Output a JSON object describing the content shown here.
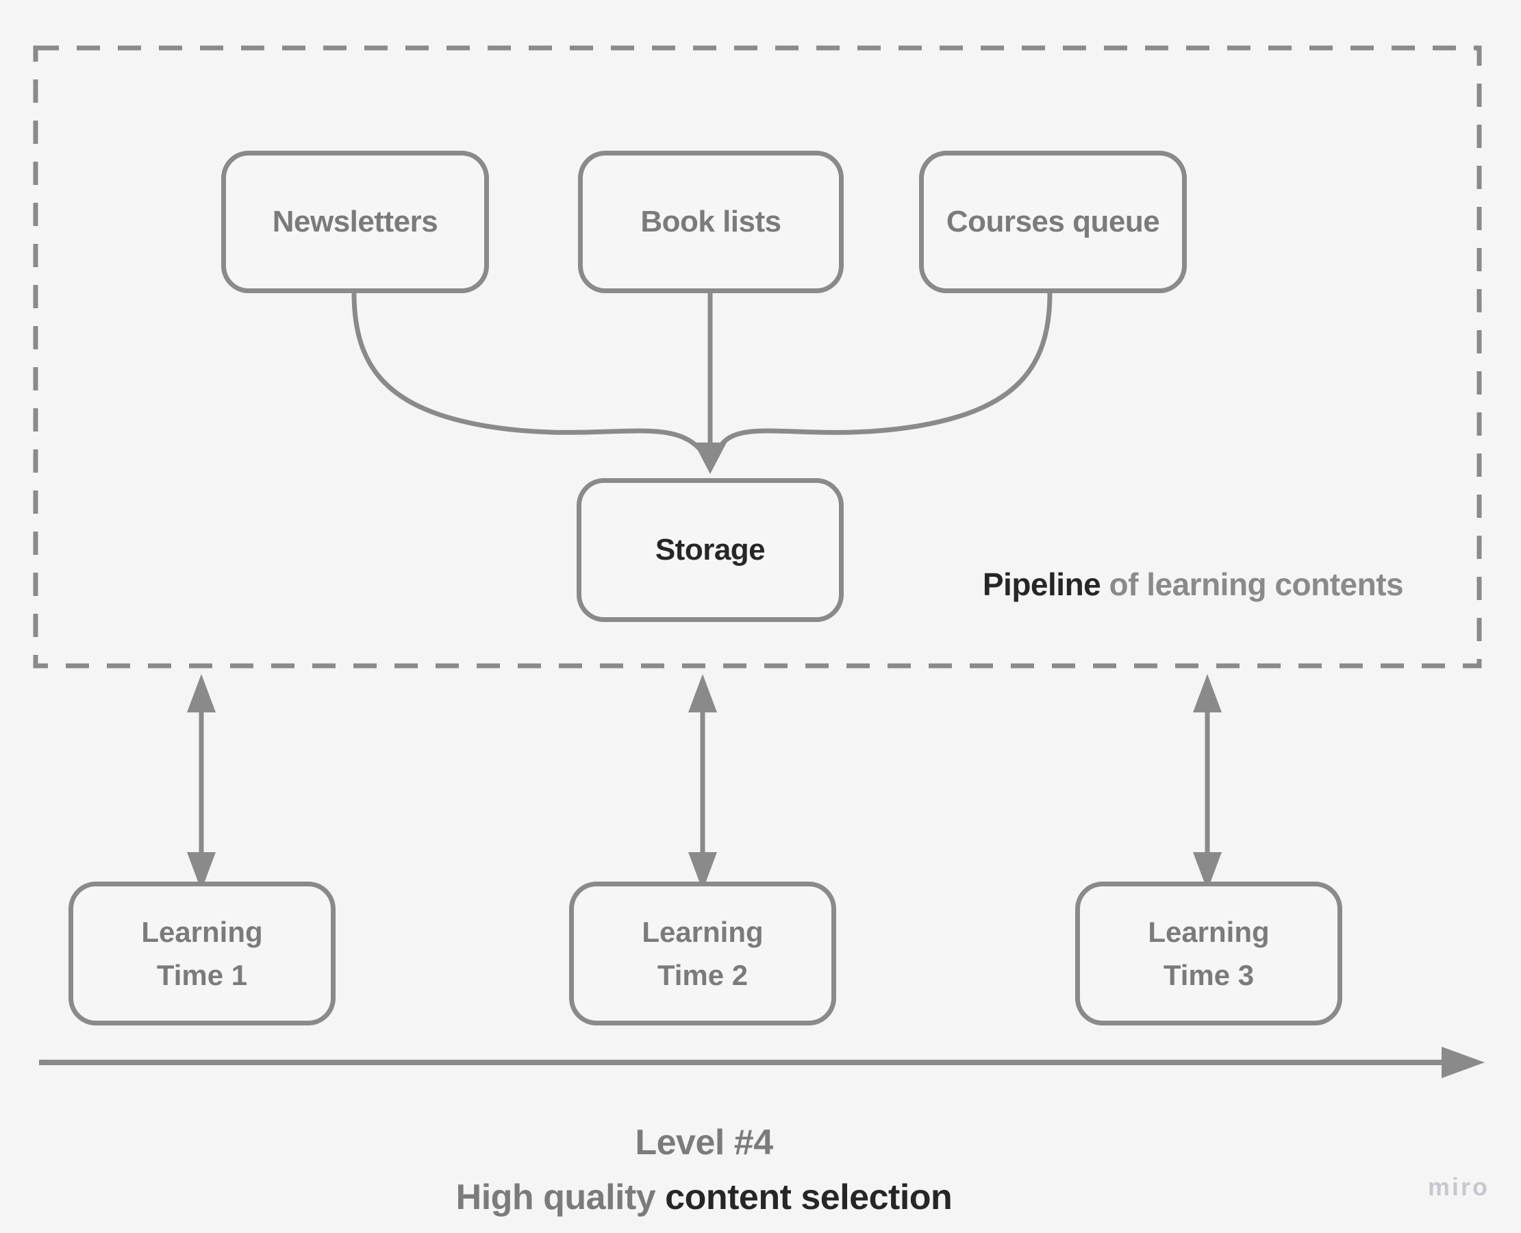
{
  "pipeline": {
    "caption": {
      "bold": "Pipeline",
      "rest": " of learning contents"
    },
    "sources": [
      "Newsletters",
      "Book lists",
      "Courses queue"
    ],
    "storage": "Storage"
  },
  "learning_times": [
    {
      "line1": "Learning",
      "line2": "Time 1"
    },
    {
      "line1": "Learning",
      "line2": "Time 2"
    },
    {
      "line1": "Learning",
      "line2": "Time 3"
    }
  ],
  "footer": {
    "level": "Level #4",
    "quality_gray": "High quality ",
    "quality_dark": "content selection"
  },
  "watermark": "miro",
  "colors": {
    "background": "#f5f5f6",
    "stroke_gray": "#8a8a8a",
    "label_gray": "#7b7b7b",
    "text_dark": "#262626",
    "watermark_gray": "#c7c7cf"
  }
}
